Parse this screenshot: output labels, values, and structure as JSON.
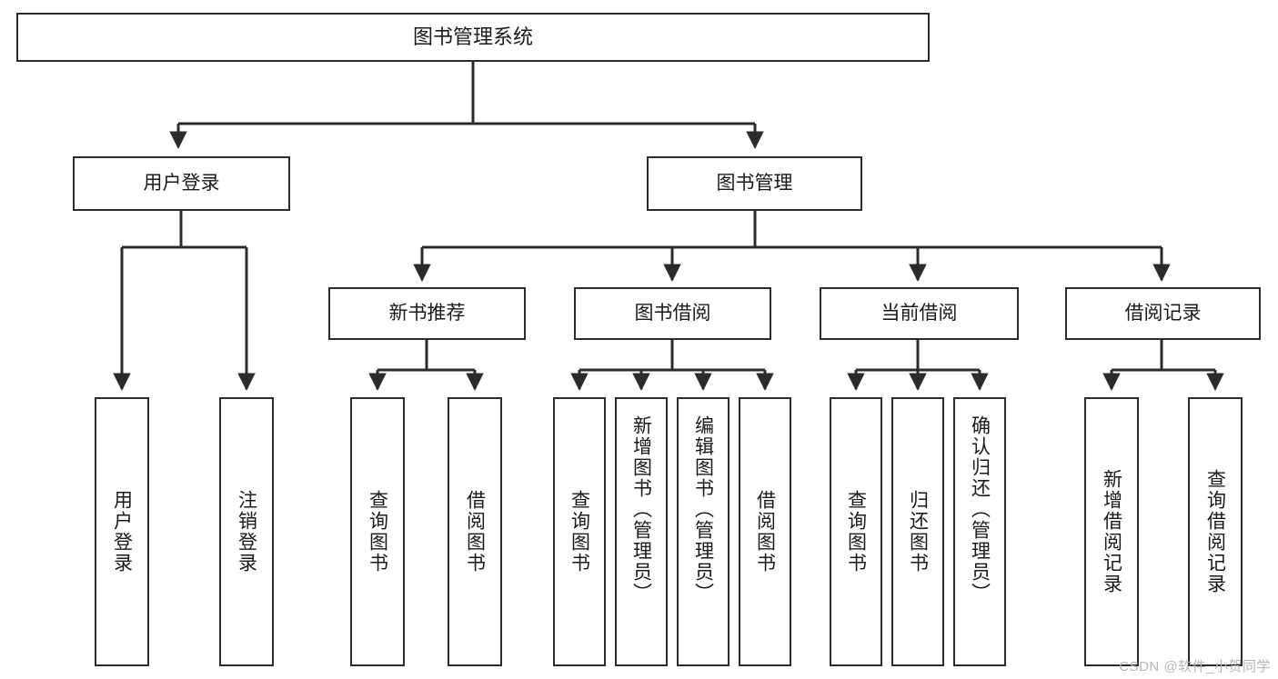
{
  "diagram": {
    "title": "图书管理系统",
    "type": "tree",
    "watermark": "CSDN @软件_小贺同学",
    "colors": {
      "stroke": "#2b2b2b",
      "fill": "#ffffff",
      "text": "#1a1a1a",
      "watermark": "#b6b6b6"
    },
    "root": {
      "label": "图书管理系统"
    },
    "level2": [
      {
        "label": "用户登录"
      },
      {
        "label": "图书管理"
      }
    ],
    "level3": [
      {
        "label": "新书推荐"
      },
      {
        "label": "图书借阅"
      },
      {
        "label": "当前借阅"
      },
      {
        "label": "借阅记录"
      }
    ],
    "leaves": {
      "user_login": [
        {
          "label": "用户登录"
        },
        {
          "label": "注销登录"
        }
      ],
      "new_book_recommend": [
        {
          "label": "查询图书"
        },
        {
          "label": "借阅图书"
        }
      ],
      "book_borrow": [
        {
          "label": "查询图书"
        },
        {
          "label": "新增图书（管理员）"
        },
        {
          "label": "编辑图书（管理员）"
        },
        {
          "label": "借阅图书"
        }
      ],
      "current_borrow": [
        {
          "label": "查询图书"
        },
        {
          "label": "归还图书"
        },
        {
          "label": "确认归还（管理员）"
        }
      ],
      "borrow_record": [
        {
          "label": "新增借阅记录"
        },
        {
          "label": "查询借阅记录"
        }
      ]
    }
  }
}
